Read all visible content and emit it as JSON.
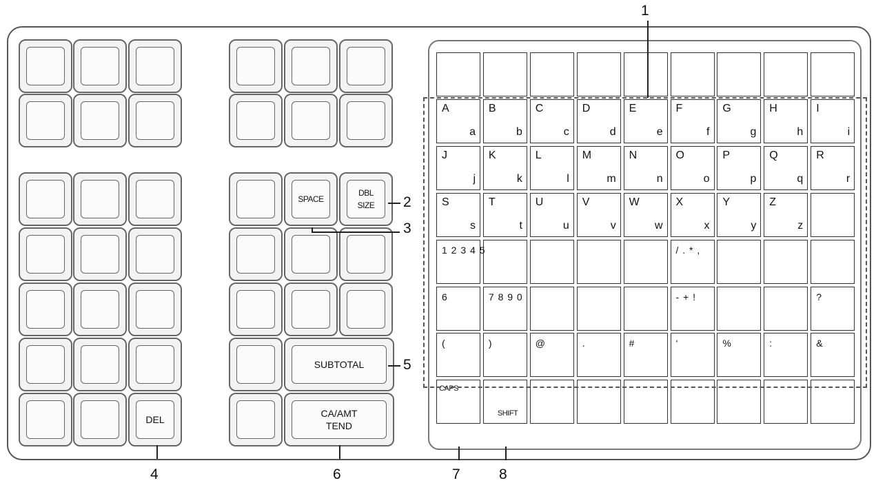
{
  "left_keys": {
    "del_label": "DEL"
  },
  "middle_keys": {
    "space_label": "SPACE",
    "dbl_size_label": "DBL\nSIZE",
    "subtotal_label": "SUBTOTAL",
    "ca_amt_tend_label": "CA/AMT\nTEND"
  },
  "sheet": {
    "letter_rows": [
      [
        [
          "A",
          "a"
        ],
        [
          "B",
          "b"
        ],
        [
          "C",
          "c"
        ],
        [
          "D",
          "d"
        ],
        [
          "E",
          "e"
        ],
        [
          "F",
          "f"
        ],
        [
          "G",
          "g"
        ],
        [
          "H",
          "h"
        ],
        [
          "I",
          "i"
        ]
      ],
      [
        [
          "J",
          "j"
        ],
        [
          "K",
          "k"
        ],
        [
          "L",
          "l"
        ],
        [
          "M",
          "m"
        ],
        [
          "N",
          "n"
        ],
        [
          "O",
          "o"
        ],
        [
          "P",
          "p"
        ],
        [
          "Q",
          "q"
        ],
        [
          "R",
          "r"
        ]
      ],
      [
        [
          "S",
          "s"
        ],
        [
          "T",
          "t"
        ],
        [
          "U",
          "u"
        ],
        [
          "V",
          "v"
        ],
        [
          "W",
          "w"
        ],
        [
          "X",
          "x"
        ],
        [
          "Y",
          "y"
        ],
        [
          "Z",
          "z"
        ],
        [
          "",
          ""
        ]
      ]
    ],
    "digits_1_5": "1 2 3 4 5",
    "punct_1": "/ . * ,",
    "digit_6": "6",
    "digits_7_0": "7 8 9 0",
    "punct_2": "- + !",
    "question": "?",
    "symbol_row": [
      "(",
      ")",
      "@",
      ".",
      "#",
      "‘",
      "%",
      ":",
      "&"
    ],
    "caps_label": "CAPS",
    "shift_label": "SHIFT"
  },
  "callouts": [
    "1",
    "2",
    "3",
    "4",
    "5",
    "6",
    "7",
    "8"
  ]
}
